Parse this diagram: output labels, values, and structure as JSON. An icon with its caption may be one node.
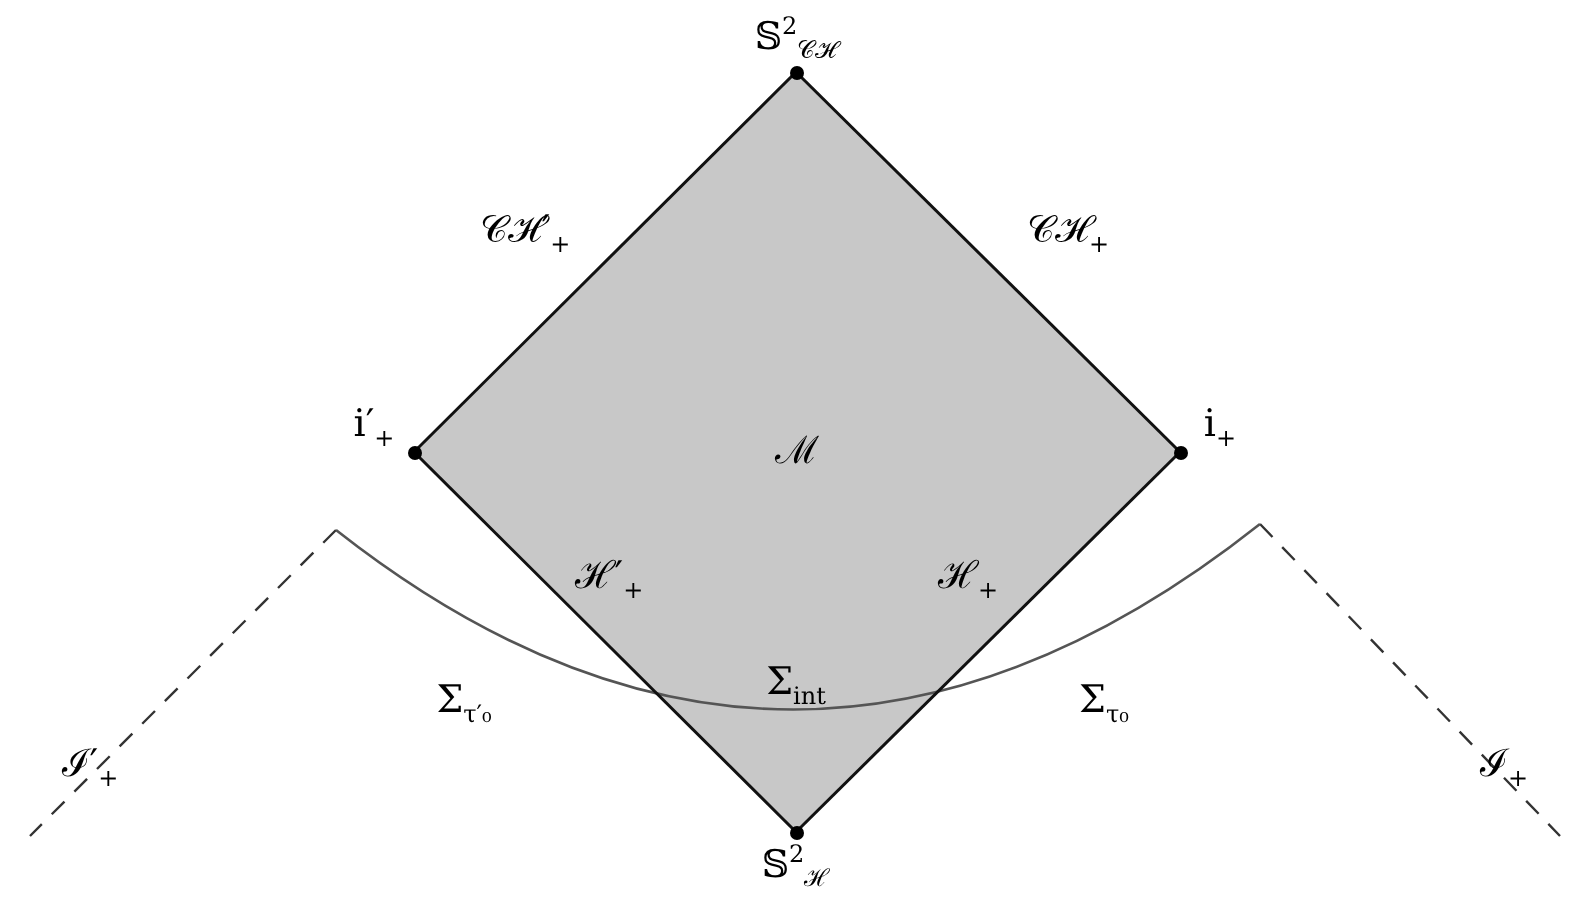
{
  "diagram": {
    "nodes": [
      {
        "text": [
          "𝕊$^{2}$$_{𝒞ℋ}$"
        ]
      },
      {
        "text": [
          "i′$_{+}$"
        ]
      },
      {
        "text": [
          "ℳ"
        ]
      },
      {
        "text": [
          "i$_{+}$"
        ]
      },
      {
        "text": [
          "𝕊$^{2}$$_{ℋ}$"
        ]
      }
    ],
    "edges": [
      {
        "from": 0,
        "to": 1,
        "arrow": "none",
        "label": "𝒞ℋ′$_{+}$"
      },
      {
        "from": 0,
        "to": 3,
        "arrow": "none",
        "label": "𝒞ℋ$_{+}$"
      },
      {
        "from": 1,
        "to": 4,
        "arrow": "none",
        "label": "ℋ′$_{+}$"
      },
      {
        "from": 3,
        "to": 4,
        "arrow": "none",
        "label": "ℋ$_{+}$"
      }
    ],
    "labels": [
      "ℐ′$_{+}$",
      "Σ$_{τ′₀}$",
      "Σ$_{int}$",
      "Σ$_{τ₀}$",
      "ℐ$_{+}$"
    ]
  }
}
